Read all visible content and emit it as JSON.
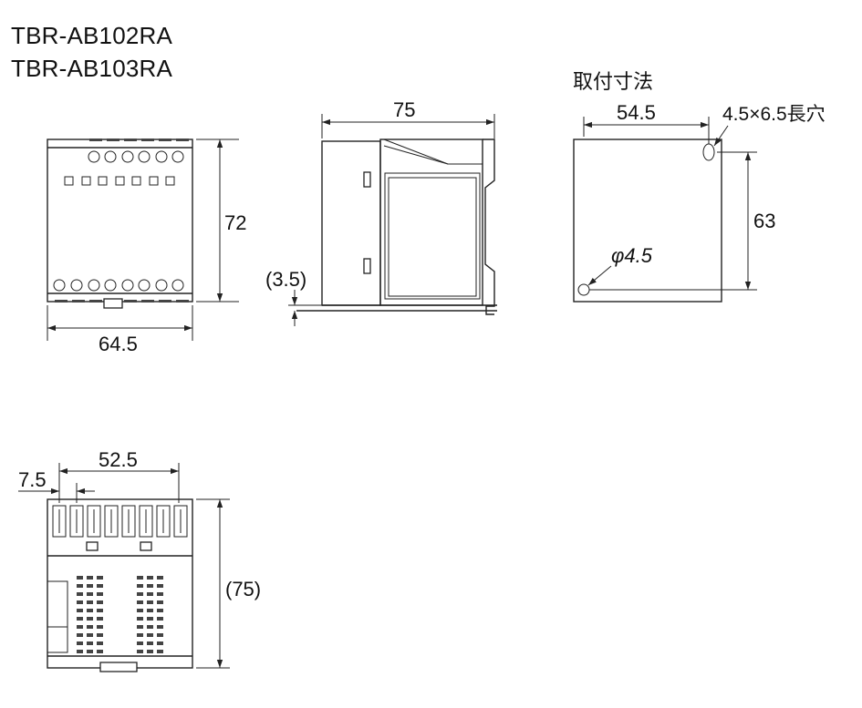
{
  "models": [
    "TBR-AB102RA",
    "TBR-AB103RA"
  ],
  "front_view": {
    "height": "72",
    "width": "64.5"
  },
  "side_view": {
    "depth": "75",
    "offset": "(3.5)"
  },
  "mounting": {
    "title": "取付寸法",
    "hole_spacing_x": "54.5",
    "slot": "4.5×6.5長穴",
    "hole_spacing_y": "63",
    "hole": "φ4.5"
  },
  "top_view": {
    "left_offset": "7.5",
    "span": "52.5",
    "height": "(75)"
  }
}
